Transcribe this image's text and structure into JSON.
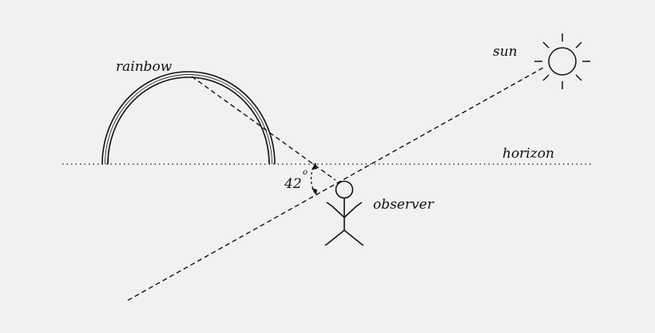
{
  "labels": {
    "rainbow": "rainbow",
    "sun": "sun",
    "horizon": "horizon",
    "observer": "observer",
    "angle": "42",
    "angle_unit": "o"
  },
  "colors": {
    "background": "#f1f1f1",
    "ink": "#111111"
  }
}
